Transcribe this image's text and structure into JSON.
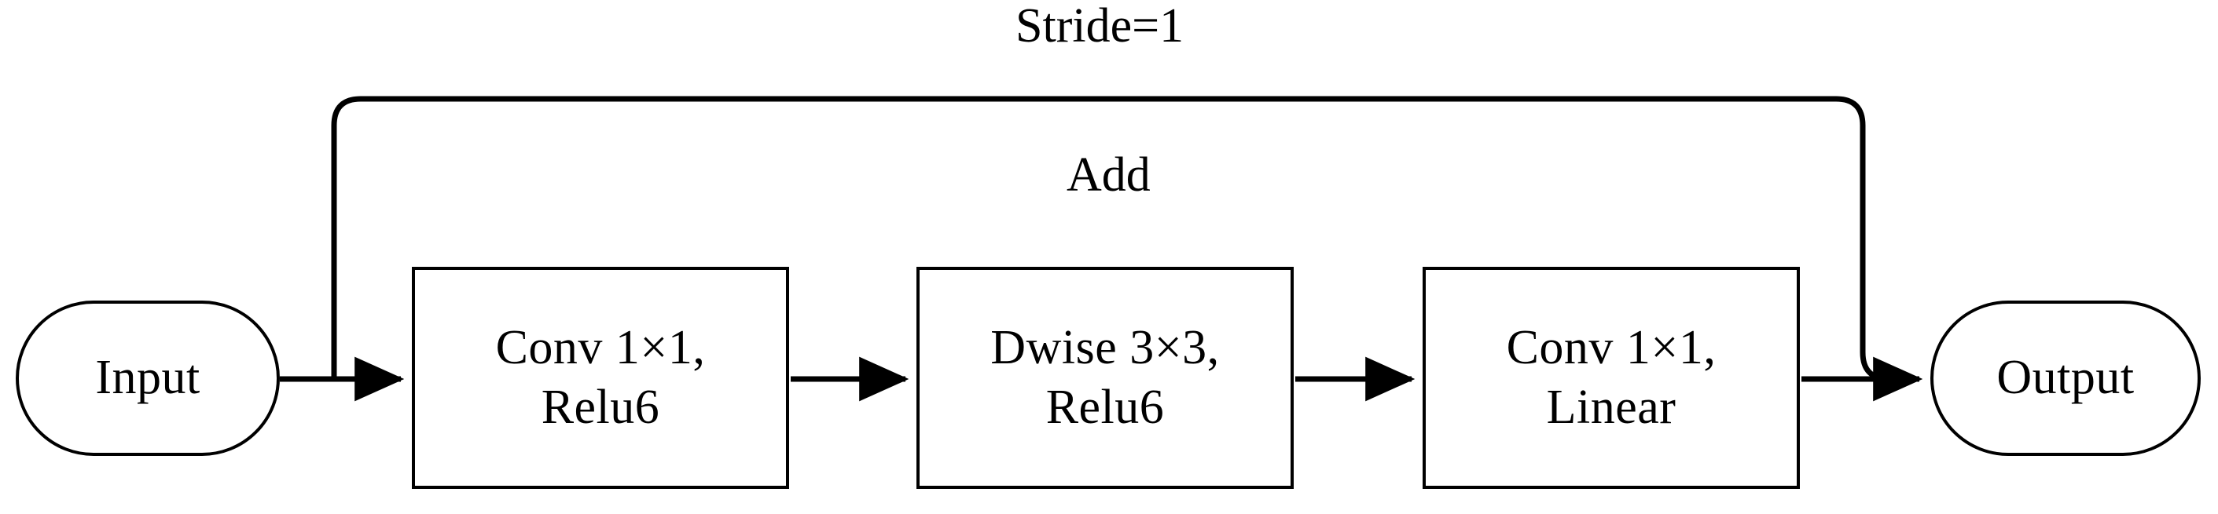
{
  "figure": {
    "title": "Stride=1",
    "residual_label": "Add",
    "type": "block-diagram",
    "orientation": "left-to-right",
    "ink_color": "#000000",
    "background_color": "#ffffff"
  },
  "nodes": [
    {
      "id": "input",
      "label": "Input",
      "shape": "pill"
    },
    {
      "id": "conv1",
      "label": "Conv 1×1,\nRelu6",
      "shape": "rectangle"
    },
    {
      "id": "dwise",
      "label": "Dwise 3×3,\nRelu6",
      "shape": "rectangle"
    },
    {
      "id": "conv2",
      "label": "Conv 1×1,\nLinear",
      "shape": "rectangle"
    },
    {
      "id": "output",
      "label": "Output",
      "shape": "pill"
    }
  ],
  "edges": [
    {
      "from": "input",
      "to": "conv1",
      "arrow": true,
      "style": "straight",
      "label": ""
    },
    {
      "from": "conv1",
      "to": "dwise",
      "arrow": true,
      "style": "straight",
      "label": ""
    },
    {
      "from": "dwise",
      "to": "conv2",
      "arrow": true,
      "style": "straight",
      "label": ""
    },
    {
      "from": "conv2",
      "to": "output",
      "arrow": true,
      "style": "straight",
      "label": ""
    },
    {
      "from": "input",
      "to": "output",
      "arrow": false,
      "style": "skip-connection",
      "label": "Add"
    }
  ]
}
